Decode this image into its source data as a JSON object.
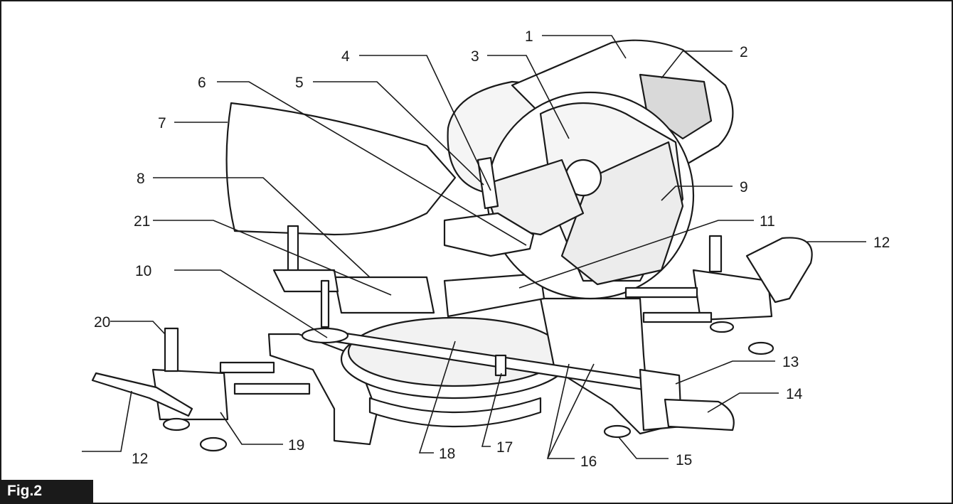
{
  "figure": {
    "tab_label": "Fig.2",
    "colors": {
      "line": "#1a1a1a",
      "fill_light": "#ffffff",
      "fill_shade": "#d9d9d9",
      "tab_bg": "#1a1a1a",
      "tab_text": "#ffffff"
    }
  },
  "callouts": [
    "1",
    "2",
    "3",
    "4",
    "5",
    "6",
    "7",
    "8",
    "9",
    "10",
    "11",
    "12",
    "12",
    "13",
    "14",
    "15",
    "16",
    "17",
    "18",
    "19",
    "20",
    "21"
  ]
}
